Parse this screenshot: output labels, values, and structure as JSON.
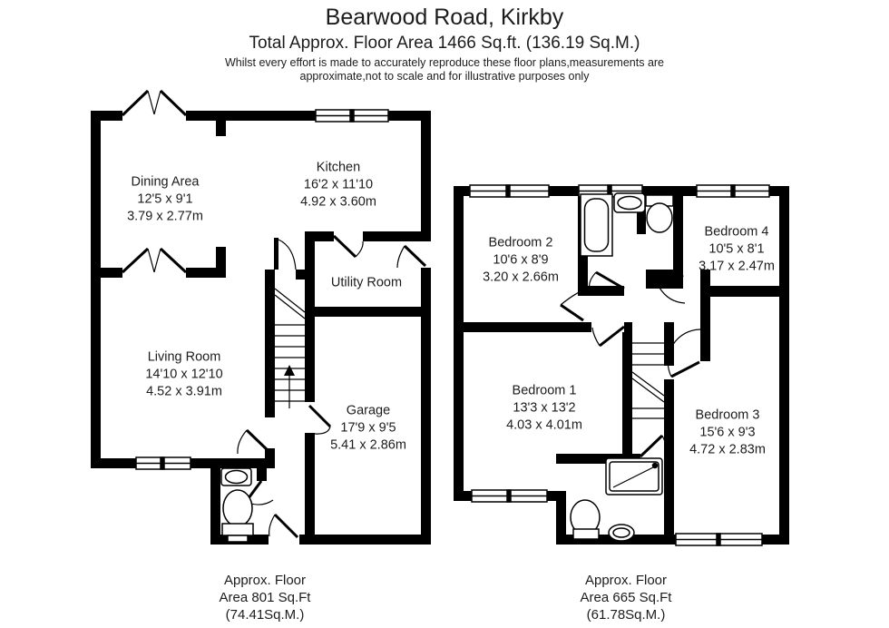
{
  "header": {
    "title": "Bearwood Road, Kirkby",
    "subtitle": "Total Approx. Floor Area 1466 Sq.ft. (136.19 Sq.M.)",
    "disclaimer_line1": "Whilst every effort is made to accurately reproduce these floor plans,measurements are",
    "disclaimer_line2": "approximate,not to scale and for illustrative purposes only"
  },
  "ground_floor": {
    "rooms": {
      "dining": {
        "name": "Dining Area",
        "dims_ft": "12'5 x 9'1",
        "dims_m": "3.79 x 2.77m"
      },
      "kitchen": {
        "name": "Kitchen",
        "dims_ft": "16'2 x 11'10",
        "dims_m": "4.92 x 3.60m"
      },
      "utility": {
        "name": "Utility Room"
      },
      "living": {
        "name": "Living Room",
        "dims_ft": "14'10 x 12'10",
        "dims_m": "4.52 x 3.91m"
      },
      "garage": {
        "name": "Garage",
        "dims_ft": "17'9 x 9'5",
        "dims_m": "5.41 x 2.86m"
      }
    },
    "caption": {
      "line1": "Approx. Floor",
      "line2": "Area 801 Sq.Ft",
      "line3": "(74.41Sq.M.)"
    }
  },
  "first_floor": {
    "rooms": {
      "bedroom2": {
        "name": "Bedroom 2",
        "dims_ft": "10'6 x 8'9",
        "dims_m": "3.20 x 2.66m"
      },
      "bedroom4": {
        "name": "Bedroom 4",
        "dims_ft": "10'5 x 8'1",
        "dims_m": "3.17 x 2.47m"
      },
      "bedroom1": {
        "name": "Bedroom 1",
        "dims_ft": "13'3 x 13'2",
        "dims_m": "4.03 x 4.01m"
      },
      "bedroom3": {
        "name": "Bedroom 3",
        "dims_ft": "15'6 x 9'3",
        "dims_m": "4.72 x 2.83m"
      }
    },
    "caption": {
      "line1": "Approx. Floor",
      "line2": "Area 665 Sq.Ft",
      "line3": "(61.78Sq.M.)"
    }
  },
  "colors": {
    "wall": "#000000",
    "background": "#ffffff",
    "text": "#1c1c1c"
  }
}
